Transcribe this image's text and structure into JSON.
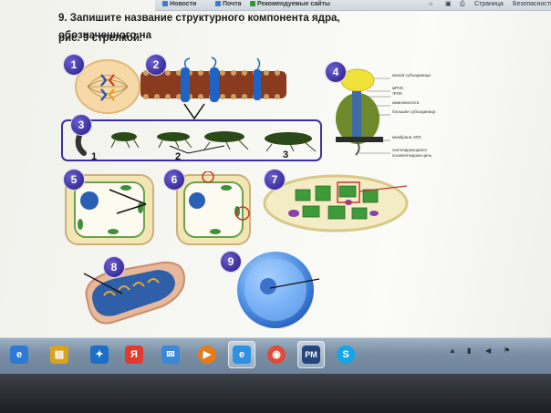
{
  "bookmarks": {
    "items": [
      "Новости",
      "Почта",
      "Рекомендуемые сайты"
    ],
    "right": [
      "Страница",
      "Безопасность"
    ]
  },
  "task": {
    "line1": "9. Запишите название структурного компонента ядра, обозначенного на",
    "line2": "рис. 9 стрелкой."
  },
  "figures": {
    "badges": [
      "1",
      "2",
      "3",
      "4",
      "5",
      "6",
      "7",
      "8",
      "9"
    ],
    "fig3_labels": [
      "1",
      "2",
      "3"
    ]
  },
  "ribosome_labels": [
    "малая субъединица",
    "мРНК",
    "тРНК",
    "аминокислота",
    "большая субъединица",
    "мембрана ЭПС",
    "синтезирующаяся полипептидная цепь"
  ],
  "taskbar": {
    "apps": [
      {
        "name": "ie-icon",
        "color": "#2d7ad6",
        "glyph": "e"
      },
      {
        "name": "explorer-icon",
        "color": "#d9a320",
        "glyph": "▤"
      },
      {
        "name": "bird-app-icon",
        "color": "#1b6fc8",
        "glyph": "✦"
      },
      {
        "name": "yandex-icon",
        "color": "#e23b2e",
        "glyph": "Я"
      },
      {
        "name": "mail-icon",
        "color": "#3b88d8",
        "glyph": "✉"
      },
      {
        "name": "media-player-icon",
        "color": "#e67b1c",
        "glyph": "▶"
      },
      {
        "name": "ie-icon-2",
        "color": "#2f8fe0",
        "glyph": "e"
      },
      {
        "name": "chrome-icon",
        "color": "#dd4b39",
        "glyph": "◉"
      },
      {
        "name": "pm-app-icon",
        "color": "#24467a",
        "glyph": "PM"
      },
      {
        "name": "skype-icon",
        "color": "#12a5e8",
        "glyph": "S"
      }
    ]
  }
}
